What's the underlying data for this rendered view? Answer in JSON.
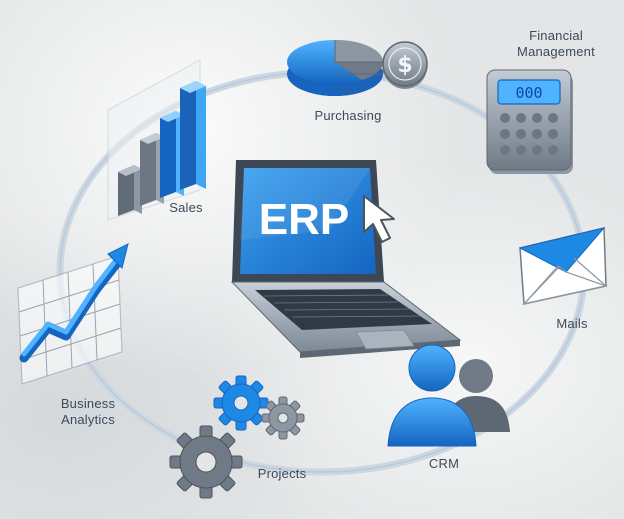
{
  "center": {
    "text": "ERP"
  },
  "modules": {
    "purchasing": {
      "label": "Purchasing"
    },
    "financial": {
      "label_line1": "Financial",
      "label_line2": "Management",
      "display": "000"
    },
    "sales": {
      "label": "Sales"
    },
    "mails": {
      "label": "Mails"
    },
    "analytics": {
      "label_line1": "Business",
      "label_line2": "Analytics"
    },
    "projects": {
      "label": "Projects"
    },
    "crm": {
      "label": "CRM"
    }
  },
  "colors": {
    "accent_blue": "#1e88e5",
    "dark_blue": "#1565c0",
    "steel_gray": "#6f7a86",
    "label_text": "#3b4a58"
  }
}
